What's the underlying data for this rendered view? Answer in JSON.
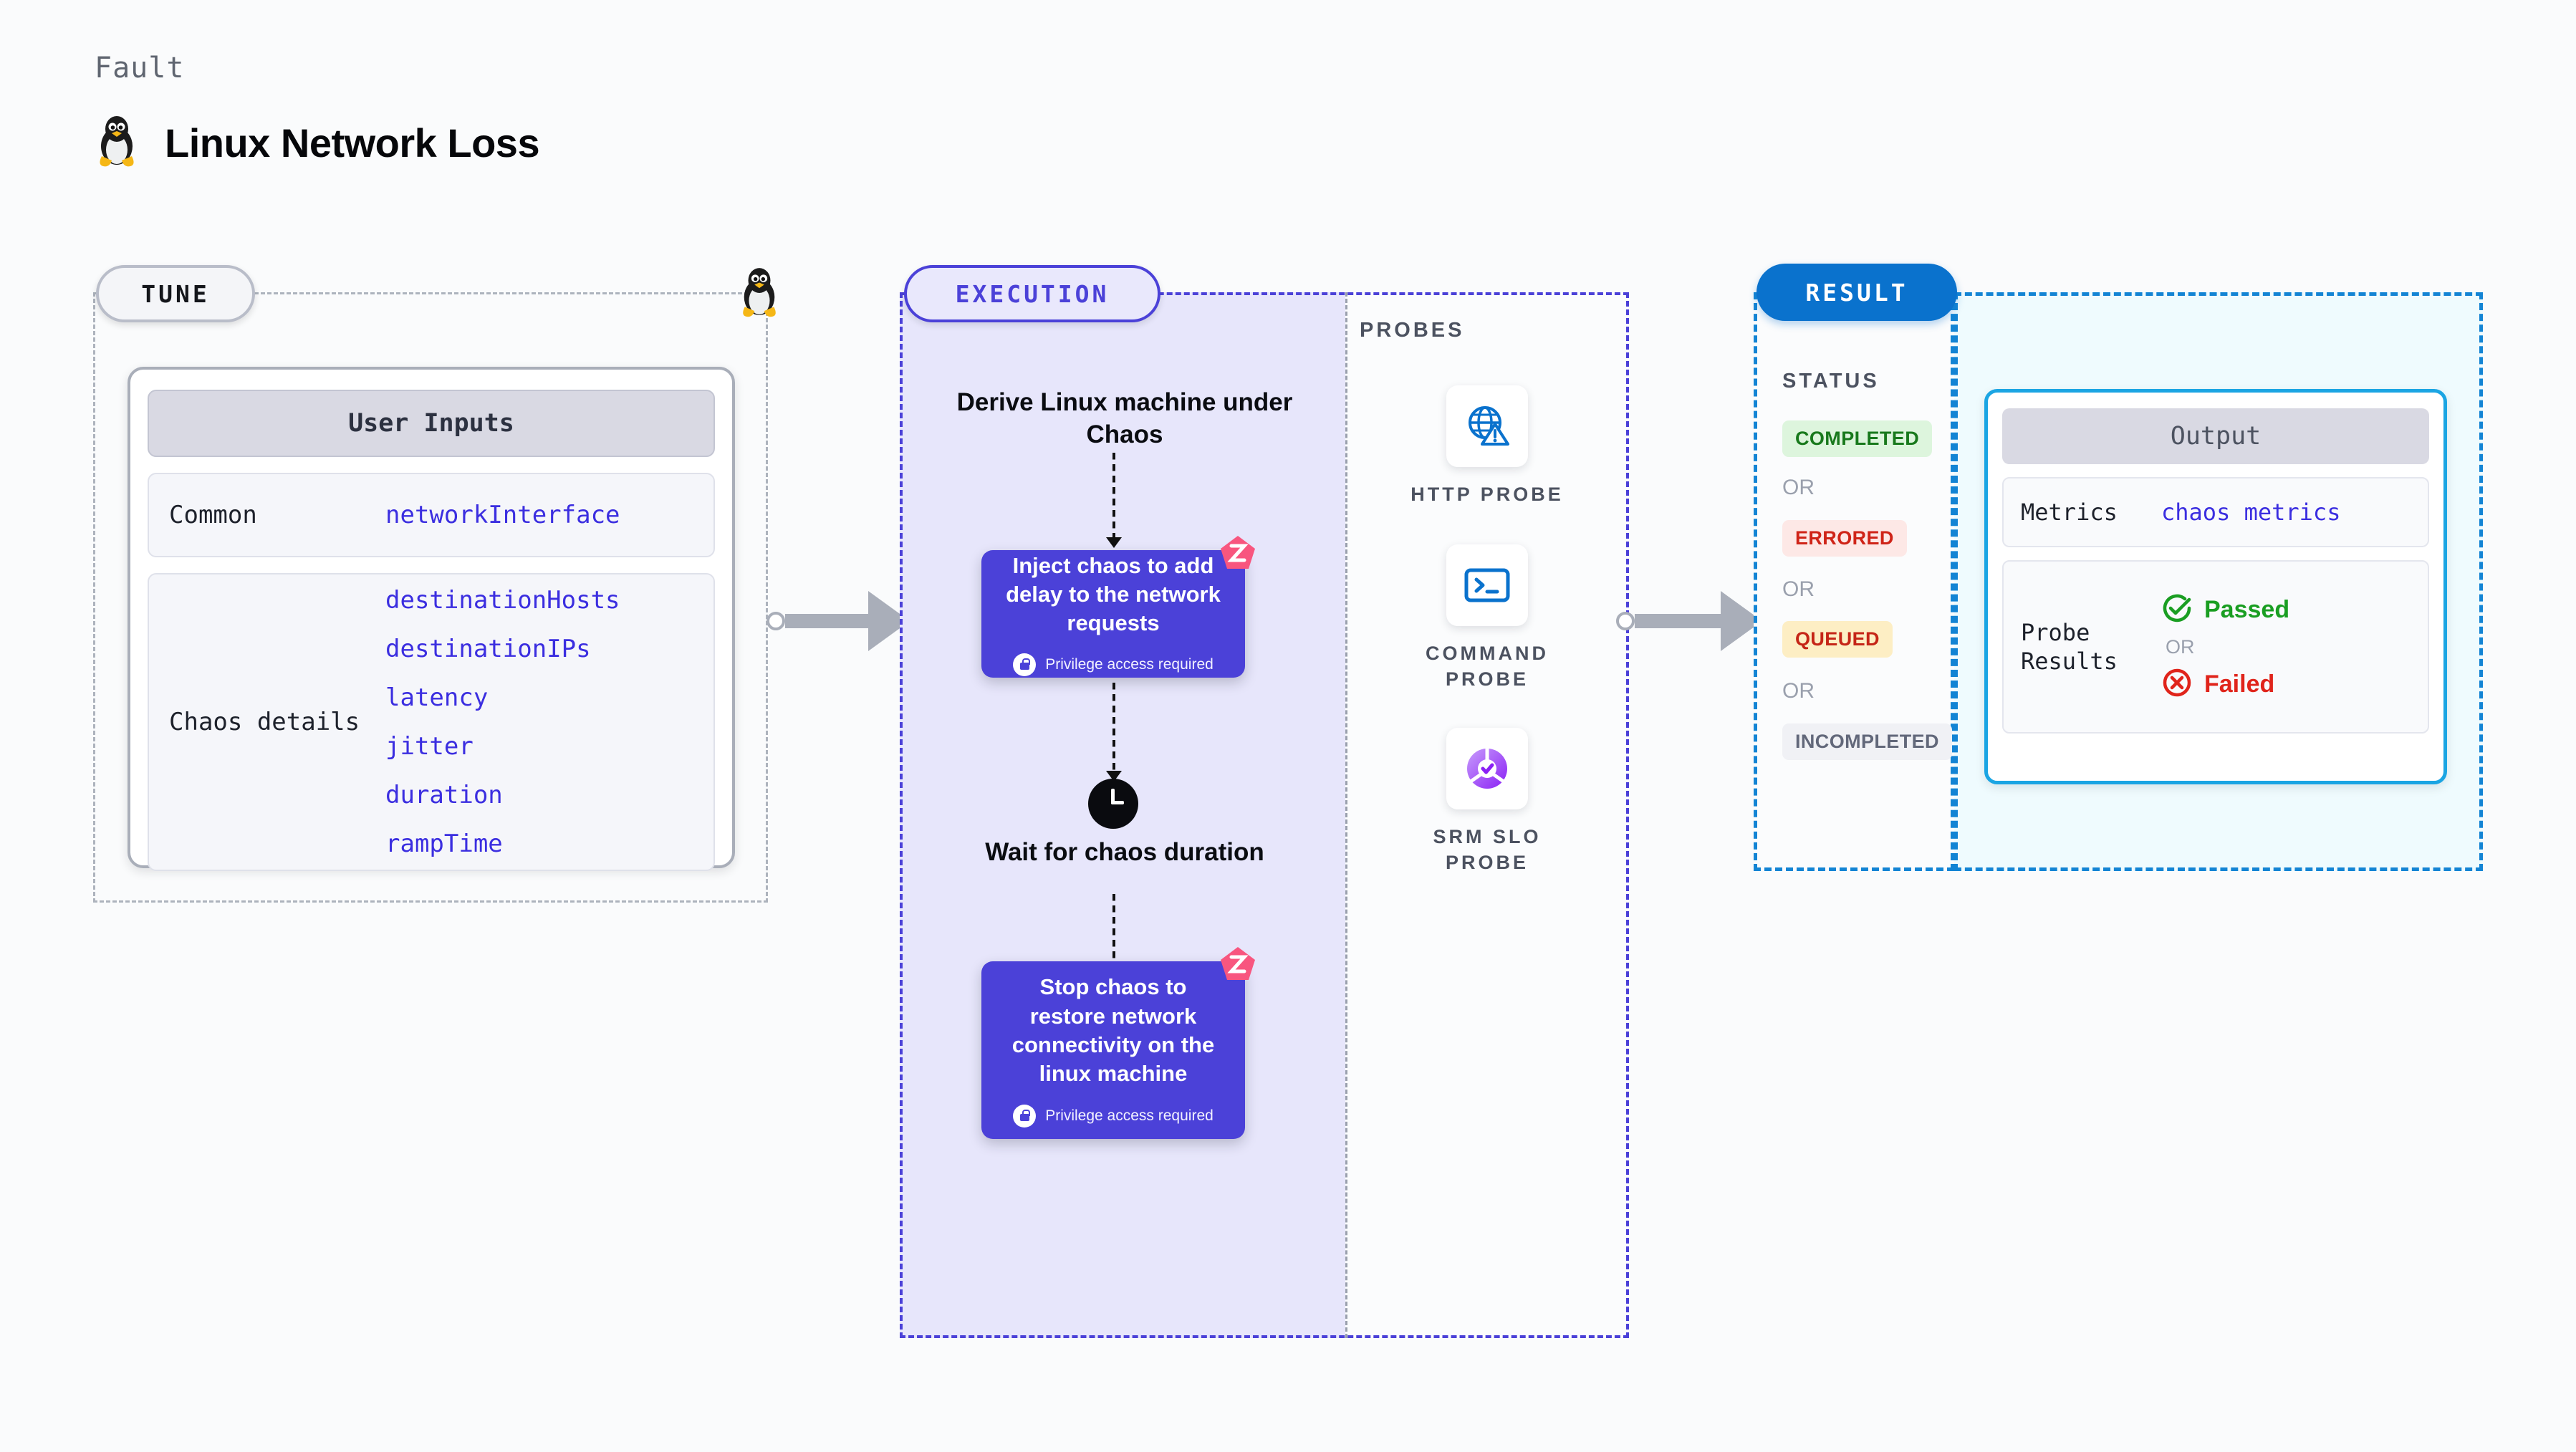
{
  "header": {
    "kicker": "Fault",
    "title": "Linux Network Loss",
    "icon": "linux-penguin-icon"
  },
  "tune": {
    "chip_label": "TUNE",
    "card": {
      "header": "User Inputs",
      "rows": [
        {
          "label": "Common",
          "values": [
            "networkInterface"
          ]
        },
        {
          "label": "Chaos details",
          "values": [
            "destinationHosts",
            "destinationIPs",
            "latency",
            "jitter",
            "duration",
            "rampTime"
          ]
        }
      ]
    }
  },
  "execution": {
    "chip_label": "EXECUTION",
    "steps": [
      {
        "type": "text",
        "label": "Derive Linux machine under Chaos"
      },
      {
        "type": "card",
        "label": "Inject chaos to add delay to the network requests",
        "privilege_note": "Privilege access required",
        "badge_icon": "chaos-logo-icon"
      },
      {
        "type": "wait",
        "label": "Wait for chaos duration",
        "icon": "clock-icon"
      },
      {
        "type": "card",
        "label": "Stop chaos to restore network connectivity on the linux machine",
        "privilege_note": "Privilege access required",
        "badge_icon": "chaos-logo-icon"
      }
    ]
  },
  "probes": {
    "title": "PROBES",
    "items": [
      {
        "label": "HTTP PROBE",
        "icon": "globe-warning-icon"
      },
      {
        "label": "COMMAND PROBE",
        "icon": "terminal-icon"
      },
      {
        "label": "SRM SLO PROBE",
        "icon": "slo-check-icon"
      }
    ]
  },
  "result": {
    "chip_label": "RESULT",
    "status": {
      "title": "STATUS",
      "or_label": "OR",
      "badges": [
        {
          "label": "COMPLETED",
          "bg": "#ddf5dd",
          "color": "#18791c"
        },
        {
          "label": "ERRORED",
          "bg": "#fde8e6",
          "color": "#cf2418"
        },
        {
          "label": "QUEUED",
          "bg": "#fdeec4",
          "color": "#c52517"
        },
        {
          "label": "INCOMPLETED",
          "bg": "#f0f1f5",
          "color": "#62687a"
        }
      ]
    },
    "output": {
      "header": "Output",
      "metrics_label": "Metrics",
      "metrics_value": "chaos metrics",
      "probe_results_label": "Probe Results",
      "passed_label": "Passed",
      "failed_label": "Failed",
      "or_label": "OR"
    }
  },
  "colors": {
    "indigo": "#4b41d8",
    "blue": "#0a72cd",
    "cyan": "#1ba5e3",
    "pink": "#f8567f",
    "link": "#3b2ee0",
    "gray_border": "#a9aeb9"
  }
}
